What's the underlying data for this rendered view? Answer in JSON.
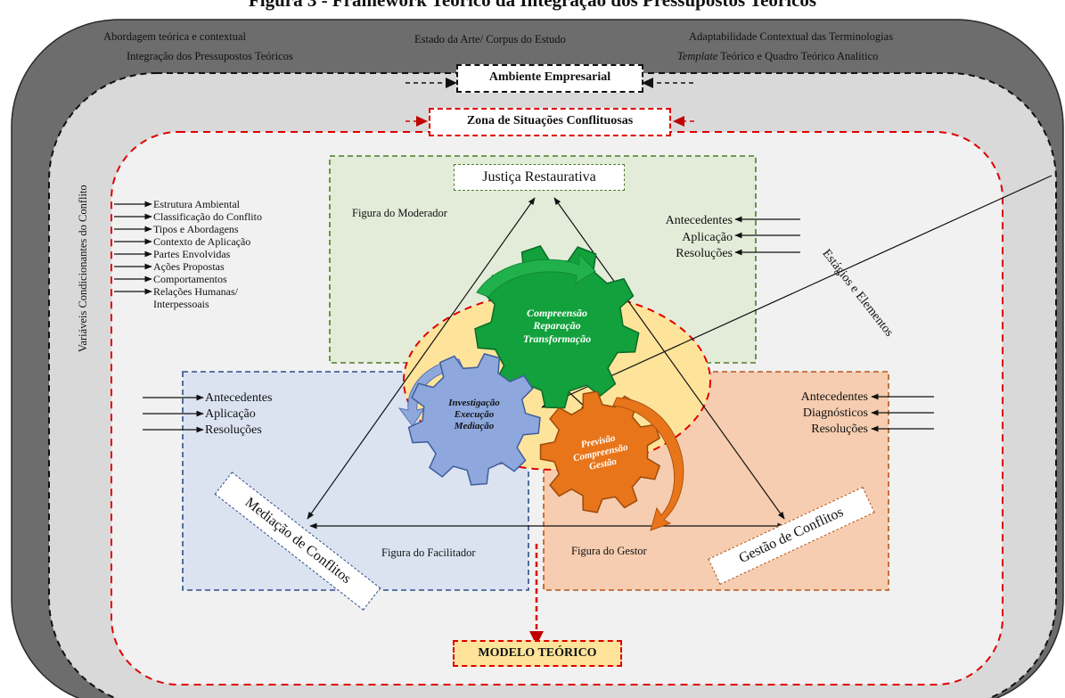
{
  "figure": {
    "title": "Figura 3 - Framework Teórico da Integração dos Pressupostos Teóricos"
  },
  "outer_labels": {
    "top_left_1": "Abordagem teórica e contextual",
    "top_left_2": "Integração dos Pressupostos Teóricos",
    "top_center": "Estado da Arte/ Corpus do Estudo",
    "top_right_1": "Adaptabilidade Contextual das Terminologias",
    "top_right_2_italic": "Template",
    "top_right_2_rest": " Teórico e Quadro Teórico Analítico"
  },
  "headers": {
    "ambiente": "Ambiente Empresarial",
    "zona": "Zona de Situações Conflituosas",
    "modelo": "MODELO TEÓRICO"
  },
  "side_labels": {
    "vertical_left": "Variáveis Condicionantes do Conflito",
    "diagonal_right": "Estágios e Elementos"
  },
  "left_list": [
    "Estrutura Ambiental",
    "Classificação do Conflito",
    "Tipos e Abordagens",
    "Contexto de Aplicação",
    "Partes Envolvidas",
    "Ações Propostas",
    "Comportamentos",
    "Relações Humanas/",
    "Interpessoais"
  ],
  "green_box": {
    "title": "Justiça Restaurativa",
    "figure_label": "Figura do Moderador",
    "items": [
      "Antecedentes",
      "Aplicação",
      "Resoluções"
    ]
  },
  "blue_box": {
    "title": "Mediação de Conflitos",
    "figure_label": "Figura do Facilitador",
    "items": [
      "Antecedentes",
      "Aplicação",
      "Resoluções"
    ]
  },
  "orange_box": {
    "title": "Gestão de Conflitos",
    "figure_label": "Figura do Gestor",
    "items": [
      "Antecedentes",
      "Diagnósticos",
      "Resoluções"
    ]
  },
  "gears": {
    "green": [
      "Compreensão",
      "Reparação",
      "Transformação"
    ],
    "blue": [
      "Investigação",
      "Execução",
      "Mediação"
    ],
    "orange": [
      "Previsão",
      "Compreensão",
      "Gestão"
    ]
  },
  "colors": {
    "outer_dark": "#6d6d6d",
    "outer_light": "#d9d9d9",
    "zone_fill": "#f1f1f1",
    "red_dash": "#e00000",
    "green_fill": "#e3ecd9",
    "blue_fill": "#dbe3f1",
    "orange_fill": "#f6cdb0",
    "yellow": "#fde49a",
    "gear_green": "#12a13c",
    "gear_blue": "#8ea8dd",
    "gear_orange": "#e8751a"
  }
}
